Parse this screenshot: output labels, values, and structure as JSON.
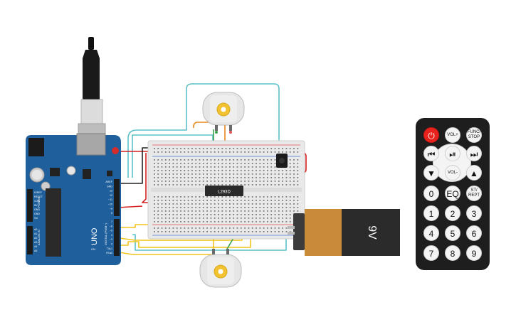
{
  "arduino": {
    "brand_text": "UNO",
    "header_power": "POWER",
    "header_analog": "ANALOG IN",
    "header_digital": "DIGITAL (PWM~)",
    "pin_labels_power": [
      "IOREF",
      "RESET",
      "3.3V",
      "5V",
      "GND",
      "GND",
      "Vin"
    ],
    "pin_labels_analog": [
      "A0",
      "A1",
      "A2",
      "A3",
      "A4",
      "A5"
    ],
    "pin_labels_digital_top": [
      "AREF",
      "GND",
      "13",
      "12",
      "~11",
      "~10",
      "~9",
      "8"
    ],
    "pin_labels_digital_bottom": [
      "7",
      "~6",
      "~5",
      "4",
      "~3",
      "2",
      "TX▸1",
      "RX◂0"
    ],
    "on_label": "ON"
  },
  "driver_chip": {
    "label": "L293D"
  },
  "battery": {
    "label": "9V"
  },
  "remote": {
    "power_icon": "power-icon",
    "buttons": [
      {
        "name": "remote-power-button",
        "label": "⏻",
        "kind": "power"
      },
      {
        "name": "remote-vol-up-button",
        "label": "VOL+",
        "kind": "small"
      },
      {
        "name": "remote-func-stop-button",
        "label": "FUNC/ STOP",
        "kind": "small"
      },
      {
        "name": "remote-prev-button",
        "label": "⏮",
        "kind": "normal"
      },
      {
        "name": "remote-play-pause-button",
        "label": "⏯",
        "kind": "normal"
      },
      {
        "name": "remote-next-button",
        "label": "⏭",
        "kind": "normal"
      },
      {
        "name": "remote-down-button",
        "label": "▼",
        "kind": "normal"
      },
      {
        "name": "remote-vol-down-button",
        "label": "VOL-",
        "kind": "small"
      },
      {
        "name": "remote-up-button",
        "label": "▲",
        "kind": "normal"
      },
      {
        "name": "remote-0-button",
        "label": "0",
        "kind": "normal"
      },
      {
        "name": "remote-eq-button",
        "label": "EQ",
        "kind": "normal"
      },
      {
        "name": "remote-st-rept-button",
        "label": "ST/ REPT",
        "kind": "small"
      },
      {
        "name": "remote-1-button",
        "label": "1",
        "kind": "normal"
      },
      {
        "name": "remote-2-button",
        "label": "2",
        "kind": "normal"
      },
      {
        "name": "remote-3-button",
        "label": "3",
        "kind": "normal"
      },
      {
        "name": "remote-4-button",
        "label": "4",
        "kind": "normal"
      },
      {
        "name": "remote-5-button",
        "label": "5",
        "kind": "normal"
      },
      {
        "name": "remote-6-button",
        "label": "6",
        "kind": "normal"
      },
      {
        "name": "remote-7-button",
        "label": "7",
        "kind": "normal"
      },
      {
        "name": "remote-8-button",
        "label": "8",
        "kind": "normal"
      },
      {
        "name": "remote-9-button",
        "label": "9",
        "kind": "normal"
      }
    ]
  },
  "colors": {
    "arduino_board": "#1f5f9b",
    "breadboard": "#e9e9e9",
    "wire_red": "#d42020",
    "wire_black": "#222222",
    "wire_teal": "#5cc0c8",
    "wire_yellow": "#f3c31a",
    "wire_green": "#3aa34a",
    "wire_orange": "#e8871c",
    "battery_copper": "#c98a3a",
    "remote_body": "#1e1e1e",
    "motor_body": "#e6e6e6"
  }
}
